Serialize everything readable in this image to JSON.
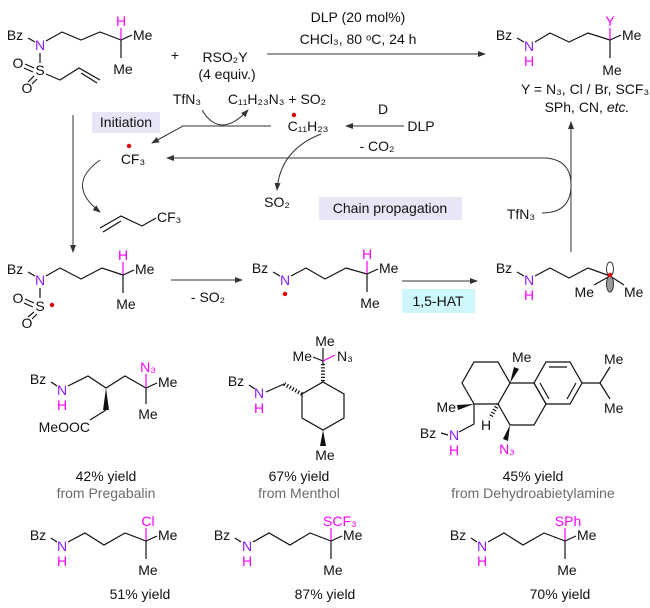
{
  "reaction": {
    "conditions_1": "DLP (20 mol%)",
    "conditions_2": "CHCl₃, 80 ᵒC, 24 h",
    "plus": "+",
    "reagent": "RSO₂Y",
    "reagent_equiv": "(4 equiv.)",
    "scope_line1": "Y = N₃, Cl / Br, SCF₃,",
    "scope_line2": "SPh, CN, ",
    "scope_etc": "etc."
  },
  "mechanism": {
    "tfn3_initiation": "TfN₃",
    "byproduct": "C₁₁H₂₃N₃ + SO₂",
    "initiation": "Initiation",
    "undecyl_radical": "C₁₁H₂₃",
    "heat": "D",
    "dlp": "DLP",
    "minus_co2": "- CO₂",
    "cf3_radical": "CF₃",
    "so2": "SO₂",
    "chain_propagation": "Chain propagation",
    "tfn3_propagation": "TfN₃",
    "alkene_cf3": "CF₃",
    "minus_so2": "- SO₂",
    "hat": "1,5-HAT"
  },
  "atoms": {
    "bz": "Bz",
    "n": "N",
    "h": "H",
    "me": "Me",
    "o": "O",
    "s": "S",
    "y": "Y",
    "n3": "N₃",
    "cl": "Cl",
    "scf3": "SCF₃",
    "sph": "SPh",
    "meooc": "MeOOC"
  },
  "products": [
    {
      "yield": "42% yield",
      "source": "from Pregabalin"
    },
    {
      "yield": "67% yield",
      "source": "from Menthol"
    },
    {
      "yield": "45% yield",
      "source": "from Dehydroabietylamine"
    },
    {
      "yield": "51% yield"
    },
    {
      "yield": "87% yield"
    },
    {
      "yield": "70% yield"
    }
  ],
  "colors": {
    "nitrogen": "#8a1cff",
    "highlight": "#ff00ff",
    "radical_dot": "#e00000",
    "label_box": "#e6e6f7",
    "hat_box": "#cdf7fb",
    "source_text": "#6b6b6b"
  }
}
